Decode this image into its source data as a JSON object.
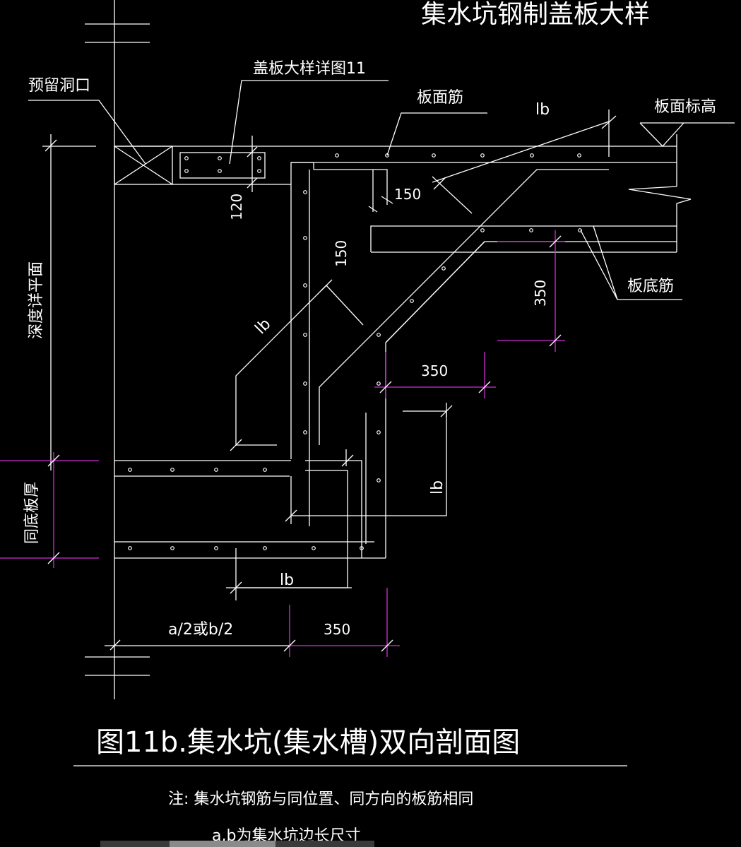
{
  "drawing": {
    "top_title": "集水坑钢制盖板大样",
    "label_reserved_hole": "预留洞口",
    "label_cover_detail": "盖板大样详图11",
    "label_top_bar": "板面筋",
    "label_slab_top_elev": "板面标高",
    "label_bottom_bar": "板底筋",
    "label_depth": "深度详平面",
    "label_slab_thickness": "同底板厚",
    "dim_lb": "lb",
    "dim_120": "120",
    "dim_150": "150",
    "dim_350": "350",
    "dim_a2_b2": "a/2或b/2",
    "figure_caption": "图11b.集水坑(集水槽)双向剖面图",
    "note_line1": "注: 集水坑钢筋与同位置、同方向的板筋相同",
    "note_line2": "a,b为集水坑边长尺寸"
  }
}
